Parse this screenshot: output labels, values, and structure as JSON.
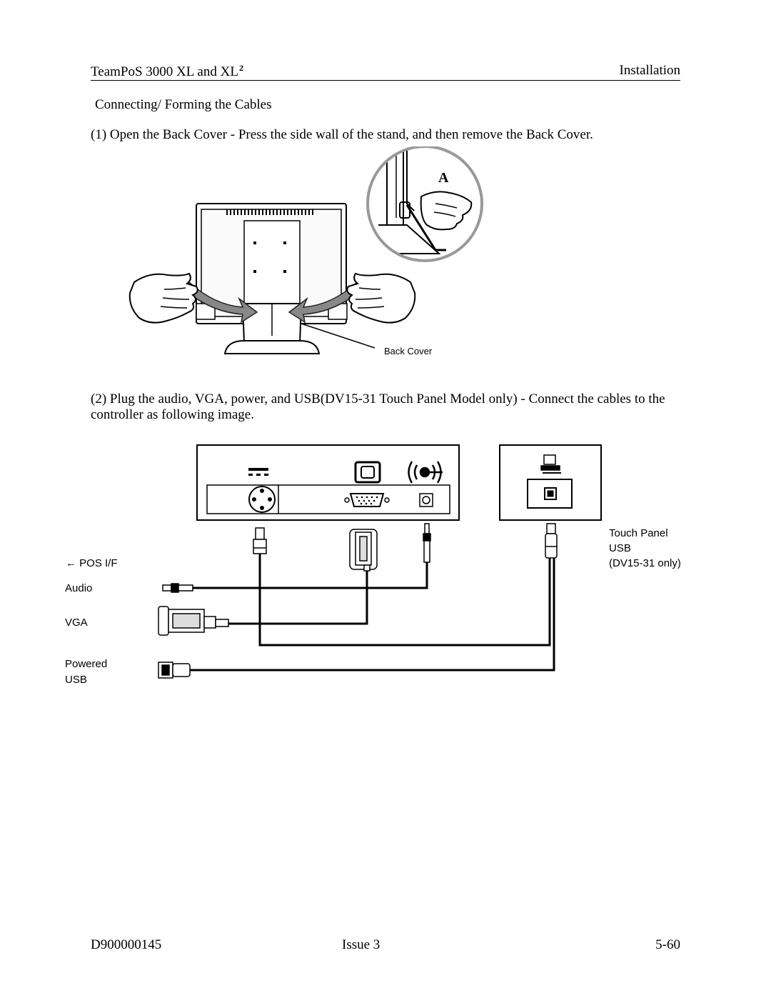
{
  "header": {
    "title": "TeamPoS 3000 XL and XL",
    "title_superscript": "2",
    "section": "Installation"
  },
  "section_title": "Connecting/ Forming the Cables",
  "steps": [
    {
      "text": "(1) Open the Back Cover - Press the side wall of the stand, and then remove the Back Cover."
    },
    {
      "text": "(2) Plug the audio, VGA, power, and USB(DV15-31 Touch Panel Model only) - Connect the cables to the controller as following image."
    }
  ],
  "figure1": {
    "callout_letter": "A",
    "back_cover_label": "Back Cover"
  },
  "figure2": {
    "pos_if_label": "← POS I/F",
    "audio_label": "Audio",
    "vga_label": "VGA",
    "powered_usb_label_1": "Powered",
    "powered_usb_label_2": "USB",
    "touch_panel_label_1": "Touch Panel",
    "touch_panel_label_2": "USB",
    "touch_panel_label_3": "(DV15-31 only)"
  },
  "footer": {
    "doc_number": "D900000145",
    "issue": "Issue 3",
    "page": "5-60"
  }
}
